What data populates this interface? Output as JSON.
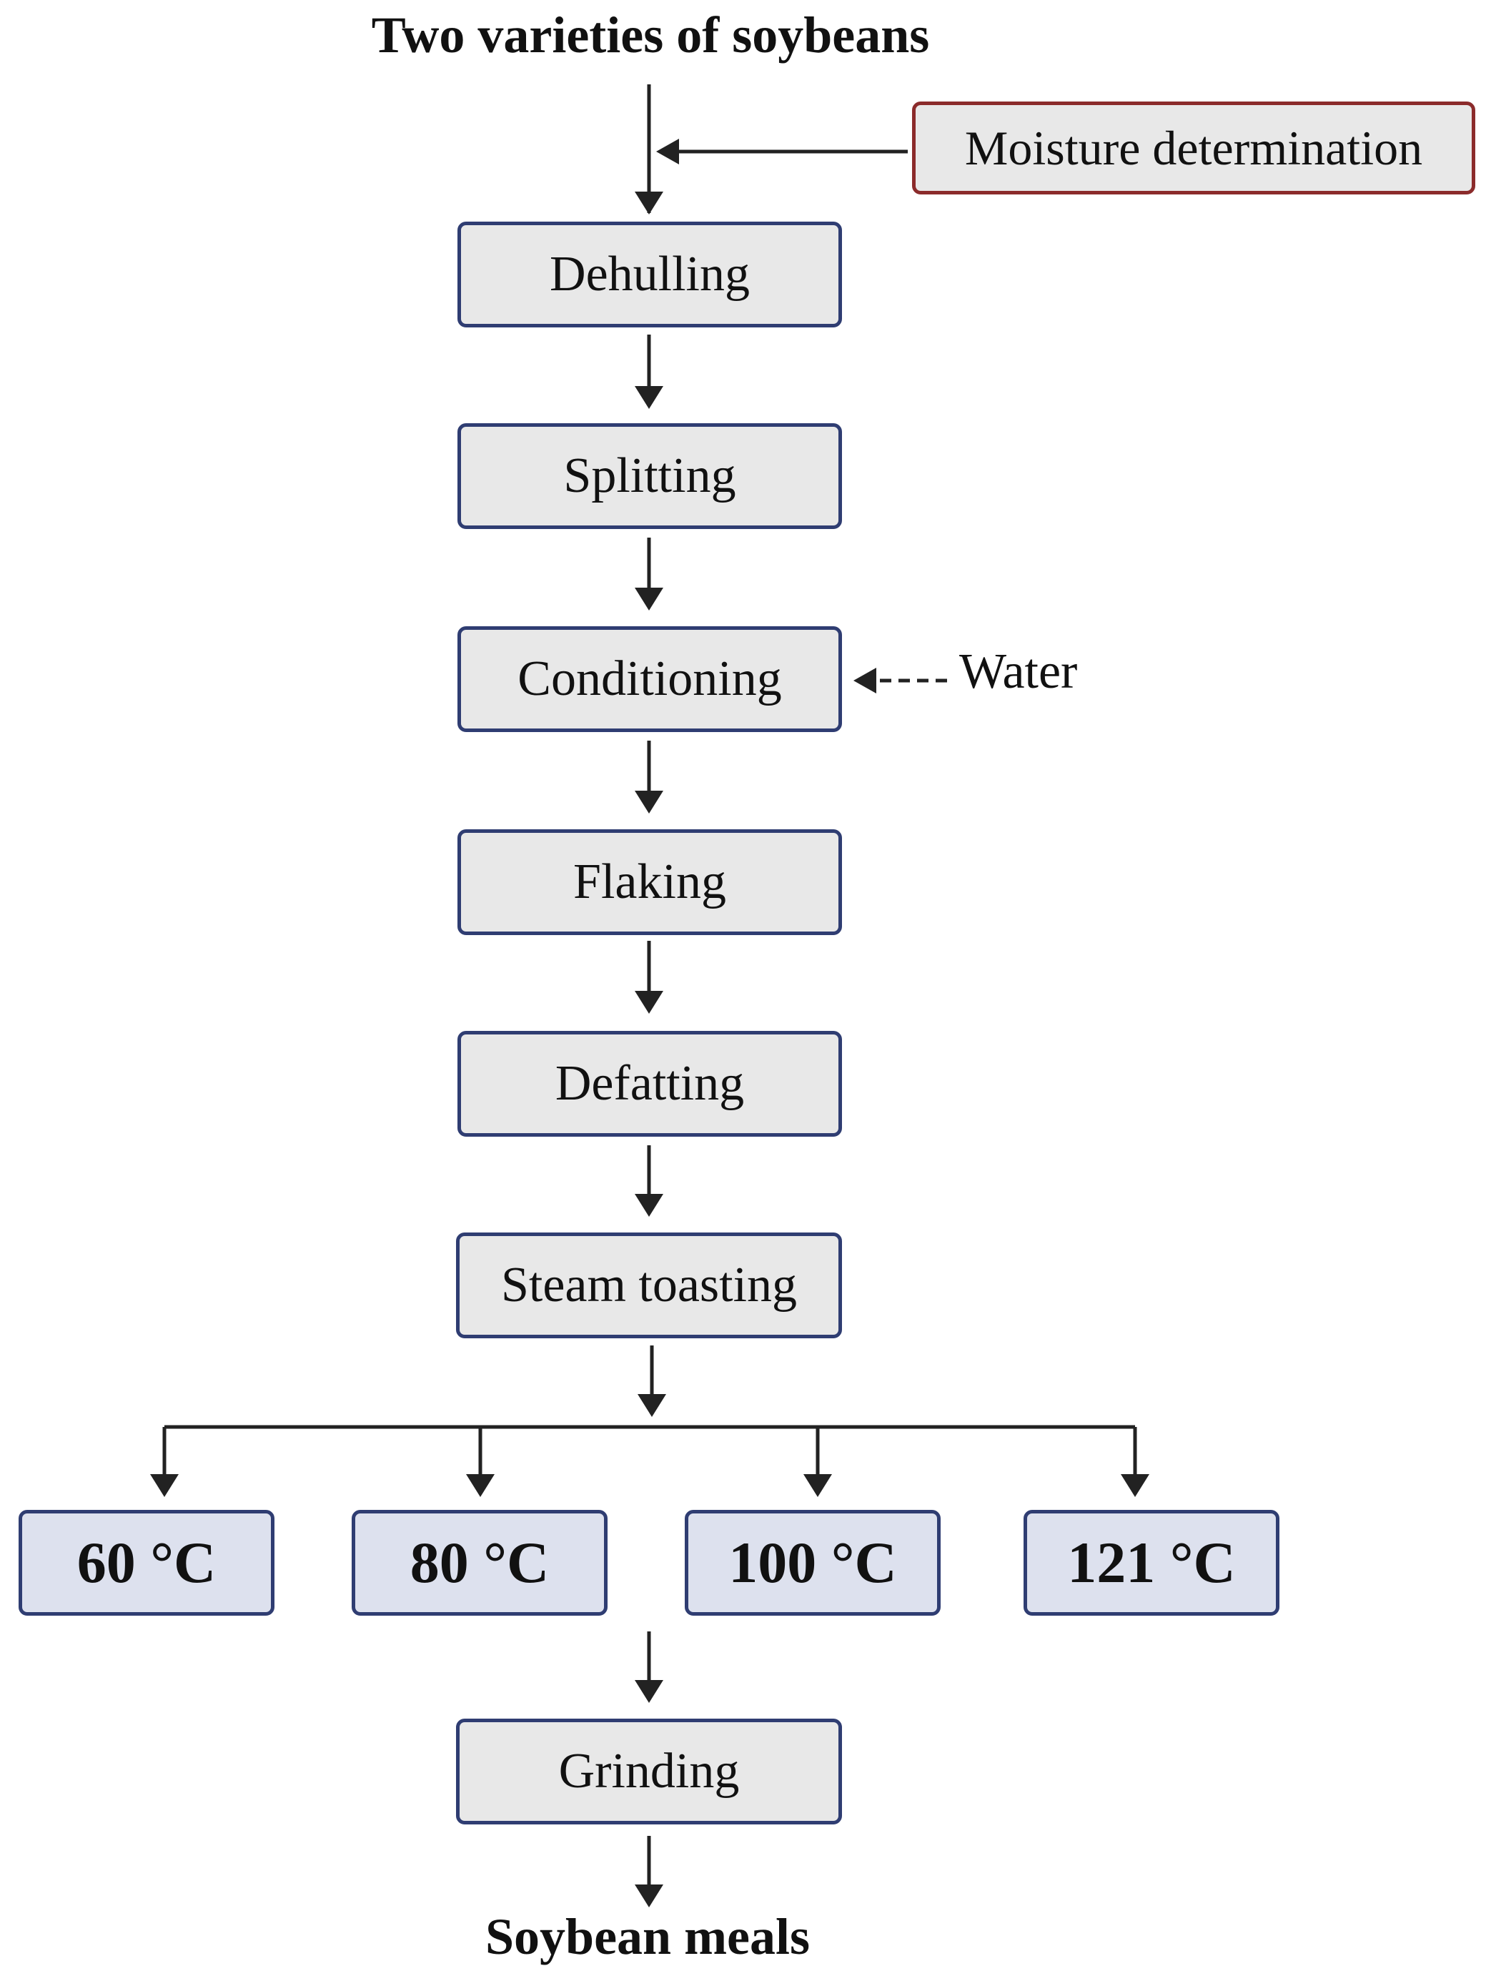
{
  "input_label": "Two varieties of soybeans",
  "output_label": "Soybean meals",
  "side_inputs": {
    "moisture": "Moisture determination",
    "water": "Water"
  },
  "steps": {
    "dehulling": "Dehulling",
    "splitting": "Splitting",
    "conditioning": "Conditioning",
    "flaking": "Flaking",
    "defatting": "Defatting",
    "steam_toasting": "Steam toasting",
    "grinding": "Grinding"
  },
  "temperatures": [
    "60 °C",
    "80 °C",
    "100 °C",
    "121 °C"
  ],
  "colors": {
    "step_fill": "#e8e8e8",
    "step_border": "#2f3d72",
    "temp_fill": "#dde1ee",
    "moisture_border": "#8b2b2b",
    "arrow": "#222222"
  }
}
